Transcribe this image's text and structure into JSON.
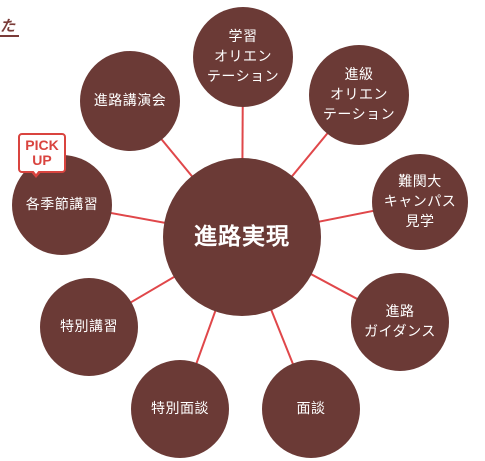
{
  "corner_text": "た",
  "center": {
    "label": "進路実現"
  },
  "nodes": [
    {
      "id": "gakushu-orientation",
      "label": "学習\nオリエン\nテーション"
    },
    {
      "id": "shinkyu-orientation",
      "label": "進級\nオリエン\nテーション"
    },
    {
      "id": "nankandai-campus",
      "label": "難関大\nキャンパス\n見学"
    },
    {
      "id": "shinro-guidance",
      "label": "進路\nガイダンス"
    },
    {
      "id": "mendan",
      "label": "面談"
    },
    {
      "id": "tokubetsu-mendan",
      "label": "特別面談"
    },
    {
      "id": "tokubetsu-koshu",
      "label": "特別講習"
    },
    {
      "id": "kakisetsu-koshu",
      "label": "各季節講習"
    },
    {
      "id": "shinro-koenkai",
      "label": "進路講演会"
    }
  ],
  "badge": {
    "line1": "PICK",
    "line2": "UP"
  },
  "colors": {
    "node": "#6b3a36",
    "link": "#e0474a",
    "badge": "#d9443f"
  }
}
